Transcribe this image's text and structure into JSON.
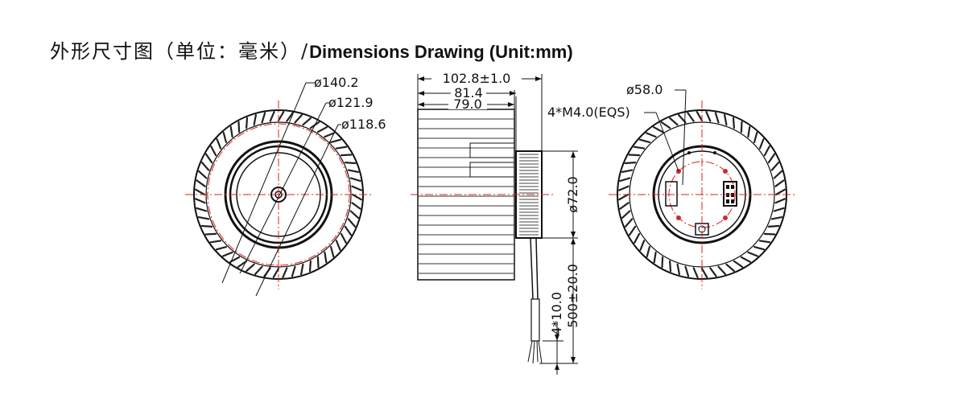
{
  "title": {
    "chinese": "外形尺寸图（单位：毫米）/",
    "english": "Dimensions Drawing (Unit:mm)"
  },
  "front_view": {
    "dim_outer": "ø140.2",
    "dim_middle": "ø121.9",
    "dim_inner": "ø118.6"
  },
  "side_view": {
    "overall_length": "102.8±1.0",
    "length_2": "81.4",
    "length_3": "79.0",
    "hub_diameter": "ø72.0",
    "lead_length": "500±20.0",
    "strip_length": "4*10.0"
  },
  "rear_view": {
    "mount_circle": "ø58.0",
    "screws": "4*M4.0(EQS)"
  },
  "colors": {
    "centerline": "#e02020",
    "line": "#111111"
  }
}
